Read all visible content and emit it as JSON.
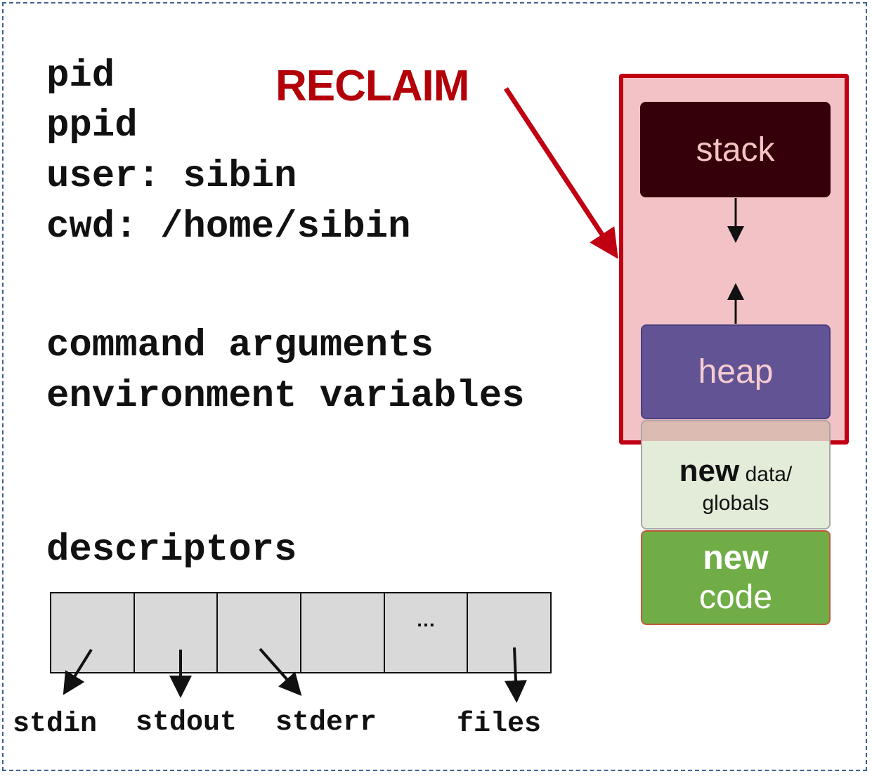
{
  "process_info": {
    "lines": [
      "pid",
      "ppid",
      "user: sibin",
      "cwd: /home/sibin"
    ],
    "args_lines": [
      "command arguments",
      "environment variables"
    ],
    "descriptors_heading": "descriptors"
  },
  "reclaim_label": "RECLAIM",
  "memory": {
    "stack": "stack",
    "heap": "heap",
    "data_bold": "new",
    "data_rest": "data/",
    "data_line2": "globals",
    "code_line1": "new",
    "code_line2": "code"
  },
  "descriptor_table": {
    "cells": [
      "",
      "",
      "",
      "",
      "…",
      ""
    ],
    "labels": [
      "stdin",
      "stdout",
      "stderr",
      "files"
    ]
  },
  "colors": {
    "reclaim": "#b30009",
    "stack": "#350009",
    "heap": "#625394",
    "data": "#e3ecd9",
    "code": "#70ad47",
    "frame": "#3f6294"
  }
}
